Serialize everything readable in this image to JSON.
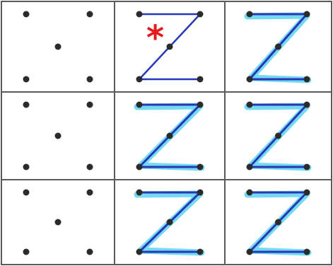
{
  "worksheet": {
    "title": "",
    "star_mark": "*",
    "colors": {
      "grid": "#5a5a5a",
      "dot": "#2b2b2b",
      "stroke": "#2737b8",
      "highlight": "#5cd3ee",
      "star": "#e61a1a"
    },
    "grid": {
      "rows": 3,
      "cols": 3
    },
    "cells": [
      {
        "row": 1,
        "col": 1,
        "kind": "dots-only"
      },
      {
        "row": 1,
        "col": 2,
        "kind": "letter-Z",
        "highlight": false,
        "star": true
      },
      {
        "row": 1,
        "col": 3,
        "kind": "letter-Z",
        "highlight": true
      },
      {
        "row": 2,
        "col": 1,
        "kind": "dots-only"
      },
      {
        "row": 2,
        "col": 2,
        "kind": "letter-Z",
        "highlight": true
      },
      {
        "row": 2,
        "col": 3,
        "kind": "letter-Z",
        "highlight": true
      },
      {
        "row": 3,
        "col": 1,
        "kind": "dots-only"
      },
      {
        "row": 3,
        "col": 2,
        "kind": "letter-Z",
        "highlight": true
      },
      {
        "row": 3,
        "col": 3,
        "kind": "letter-Z",
        "highlight": true
      }
    ]
  }
}
